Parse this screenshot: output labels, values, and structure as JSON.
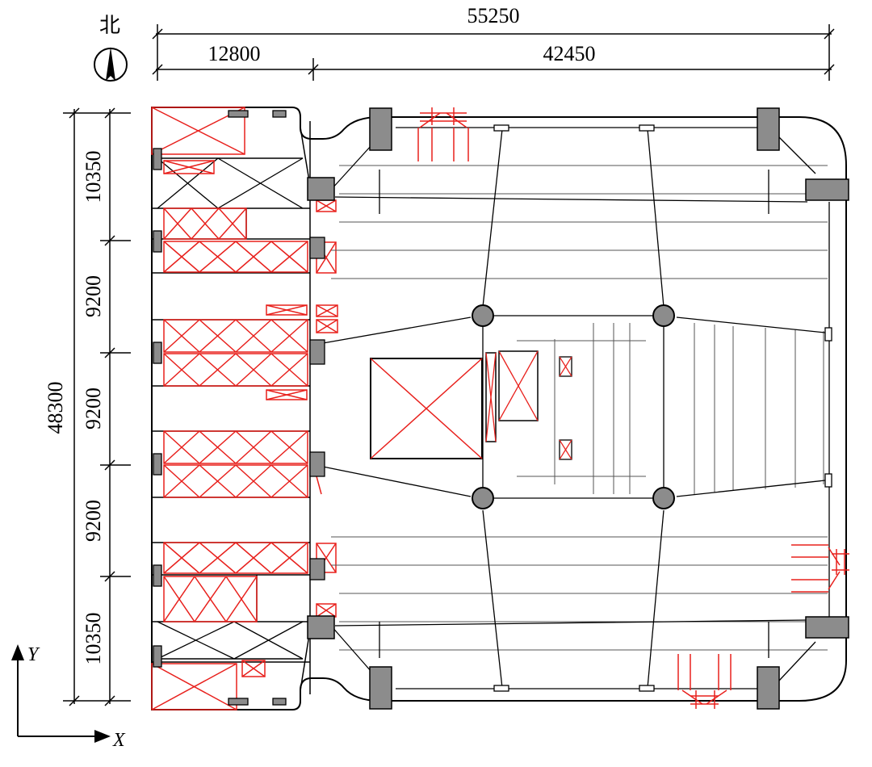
{
  "north": {
    "label": "北"
  },
  "dimensions": {
    "total_width": "55250",
    "left_width": "12800",
    "right_width": "42450",
    "total_height": "48300",
    "spans": [
      "10350",
      "9200",
      "9200",
      "9200",
      "10350"
    ]
  },
  "axes": {
    "x": "X",
    "y": "Y"
  },
  "colors": {
    "line": "#000000",
    "bracing": "#e8201c",
    "column_fill": "#8c8c8c",
    "beam": "#8a8a8a"
  }
}
